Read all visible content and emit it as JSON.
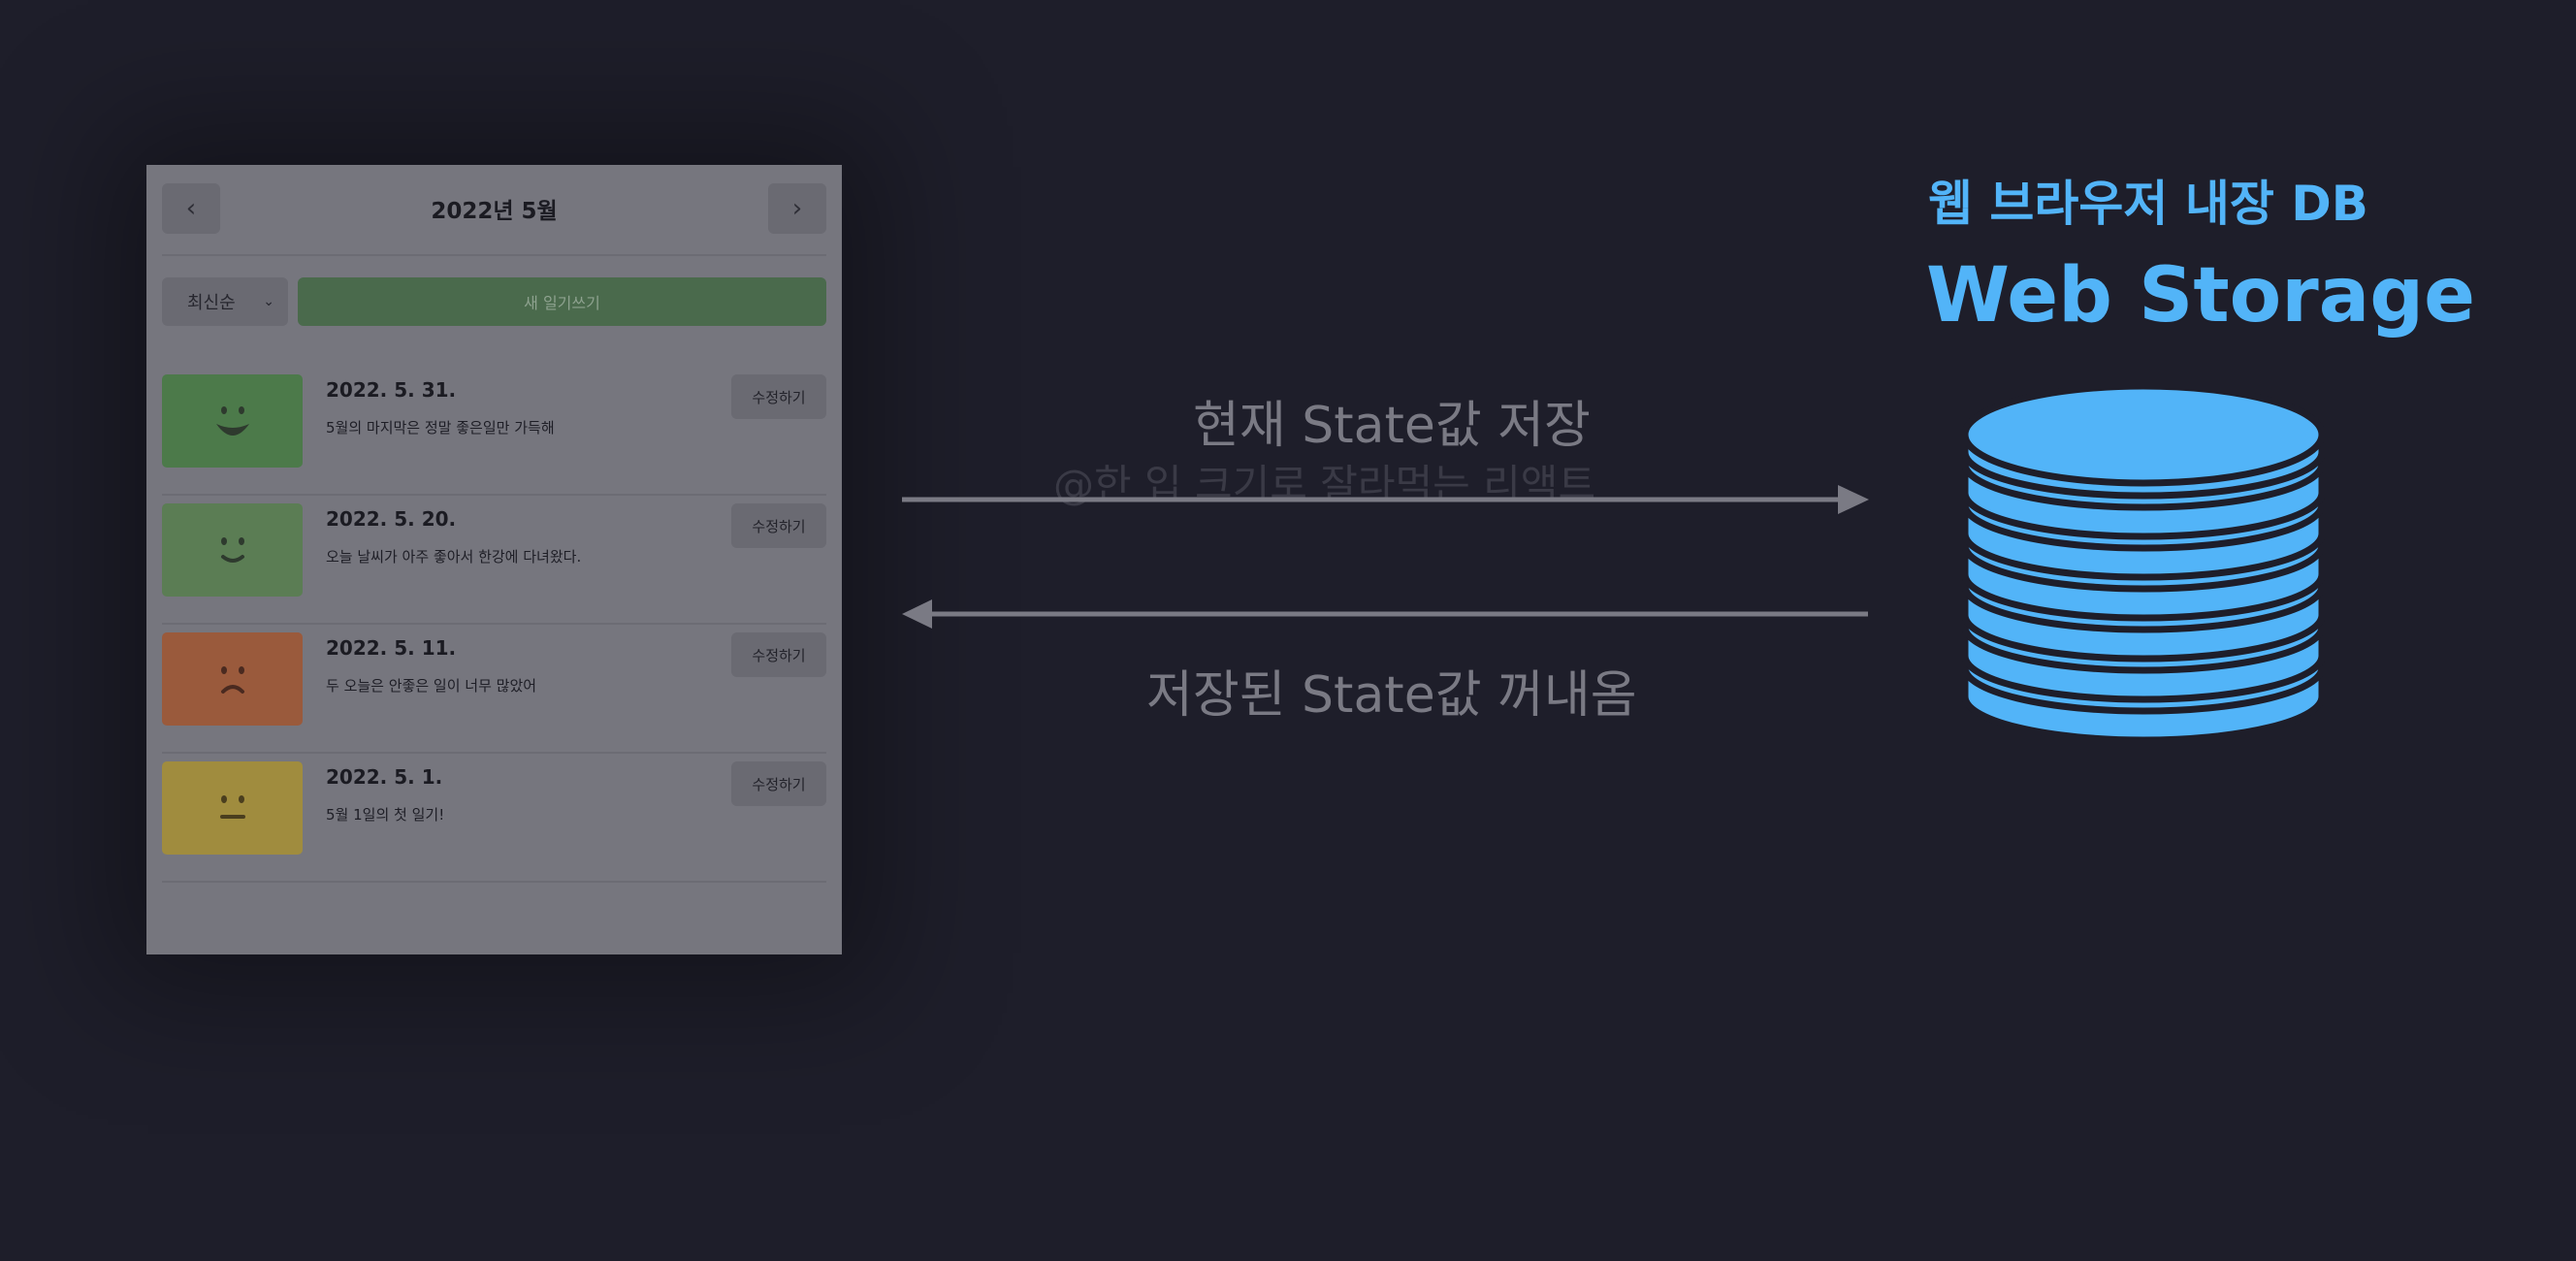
{
  "app": {
    "month_title": "2022년 5월",
    "prev_icon": "chevron-left",
    "next_icon": "chevron-right",
    "sort_label": "최신순",
    "new_button": "새 일기쓰기",
    "entries": [
      {
        "date": "2022. 5. 31.",
        "content": "5월의 마지막은 정말 좋은일만 가득해",
        "edit": "수정하기",
        "mood": "very-happy",
        "color": "#4c7a4a"
      },
      {
        "date": "2022. 5. 20.",
        "content": "오늘 날씨가 아주 좋아서 한강에 다녀왔다.",
        "edit": "수정하기",
        "mood": "happy",
        "color": "#5b7d54"
      },
      {
        "date": "2022. 5. 11.",
        "content": "두 오늘은 안좋은 일이 너무 많았어",
        "edit": "수정하기",
        "mood": "sad",
        "color": "#9a5a3c"
      },
      {
        "date": "2022. 5. 1.",
        "content": "5월 1일의 첫 일기!",
        "edit": "수정하기",
        "mood": "neutral",
        "color": "#a08c3e"
      }
    ]
  },
  "arrows": {
    "save_label": "현재 State값 저장",
    "load_label": "저장된 State값 꺼내옴",
    "watermark": "@한 입 크기로 잘라먹는 리액트"
  },
  "storage": {
    "subtitle": "웹 브라우저 내장 DB",
    "title": "Web Storage",
    "icon": "database-icon",
    "color": "#52b4f8"
  }
}
